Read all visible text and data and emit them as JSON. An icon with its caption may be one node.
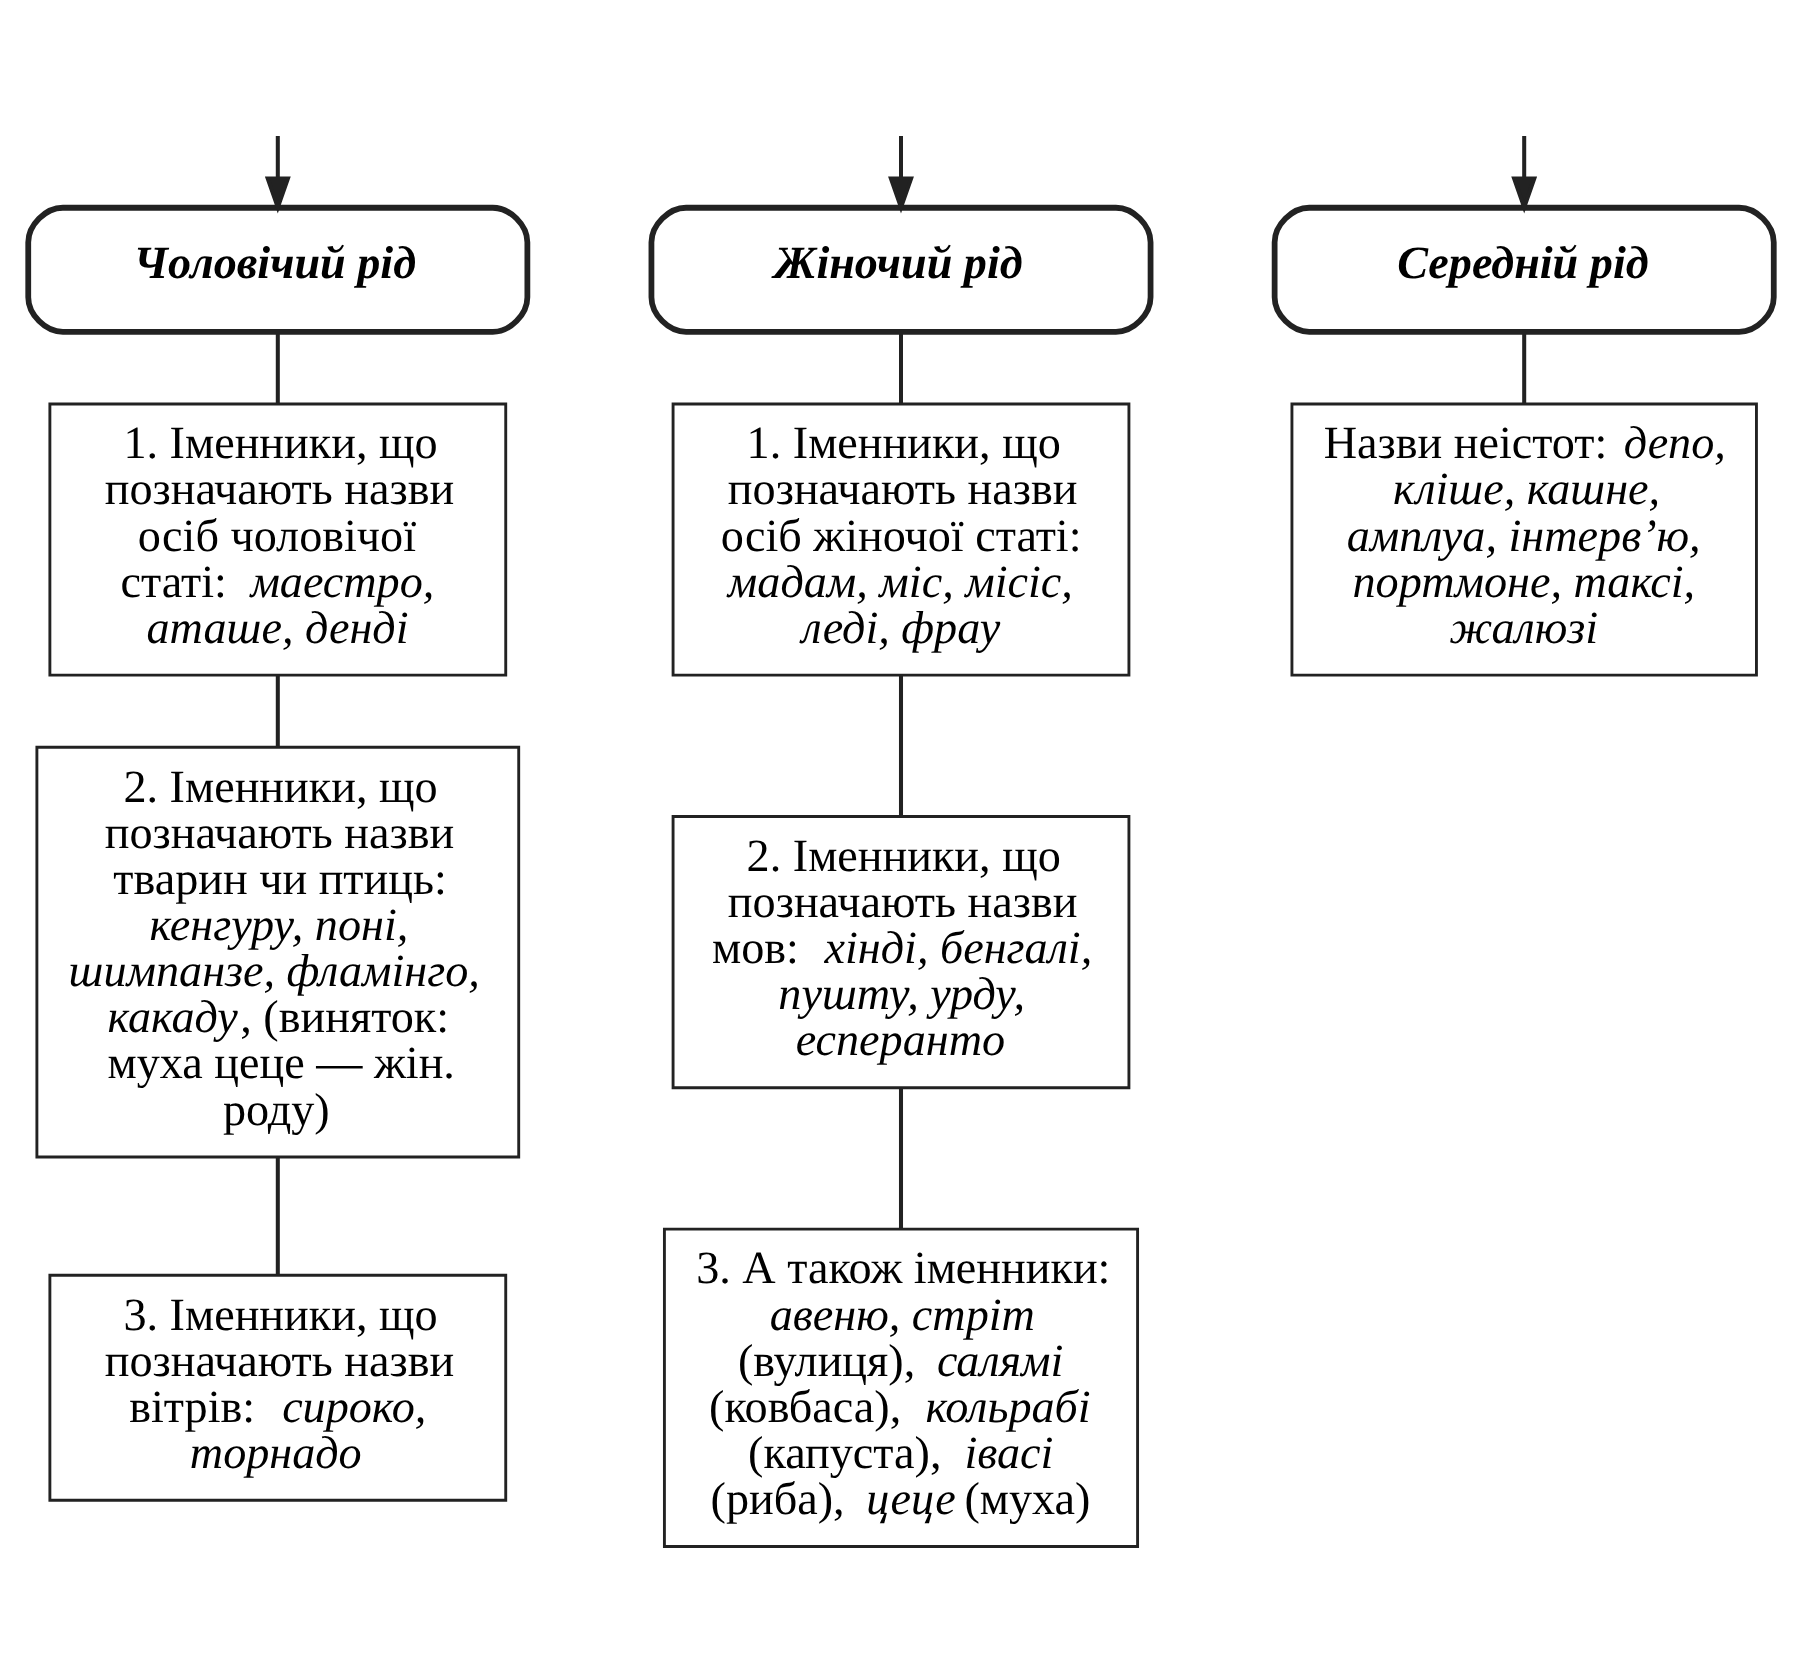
{
  "diagram": {
    "nodes": [
      {
        "text": [
          "Чоловічий рід"
        ]
      },
      {
        "text": [
          "Жіночий рід"
        ]
      },
      {
        "text": [
          "Середній рід"
        ]
      },
      {
        "text": [
          "1. Іменники, що позначають назви осіб чоловічої статі: *маестро, аташе, денді*"
        ]
      },
      {
        "text": [
          "2. Іменники, що позначають назви тварин чи птиць: *кенгуру, поні, шимпанзе, фламінго, какаду*, (виняток: муха цеце — жін. роду)"
        ]
      },
      {
        "text": [
          "3. Іменники, що позначають назви вітрів: *сироко, торнадо*"
        ]
      },
      {
        "text": [
          "1. Іменники, що позначають назви осіб жіночої статі: *мадам, міс, місіс, леді, фрау*"
        ]
      },
      {
        "text": [
          "2. Іменники, що позначають назви мов: *хінді, бенгалі, пушту, урду, есперанто*"
        ]
      },
      {
        "text": [
          "3. А також іменники: *авеню, стріт* (вулиця), *салямі* (ковбаса), *кольрабі* (капуста), *івасі* (риба), *цеце* (муха)"
        ]
      },
      {
        "text": [
          "Назви неістот: *депо, кліше, кашне, амплуа, інтерв’ю, портмоне, таксі, жалюзі*"
        ]
      }
    ],
    "edges": [
      {
        "from": null,
        "to": 0,
        "arrow": "to"
      },
      {
        "from": null,
        "to": 1,
        "arrow": "to"
      },
      {
        "from": null,
        "to": 2,
        "arrow": "to"
      },
      {
        "from": 0,
        "to": 3,
        "arrow": "none"
      },
      {
        "from": 3,
        "to": 4,
        "arrow": "none"
      },
      {
        "from": 4,
        "to": 5,
        "arrow": "none"
      },
      {
        "from": 1,
        "to": 6,
        "arrow": "none"
      },
      {
        "from": 6,
        "to": 7,
        "arrow": "none"
      },
      {
        "from": 7,
        "to": 8,
        "arrow": "none"
      },
      {
        "from": 2,
        "to": 9,
        "arrow": "none"
      }
    ]
  }
}
